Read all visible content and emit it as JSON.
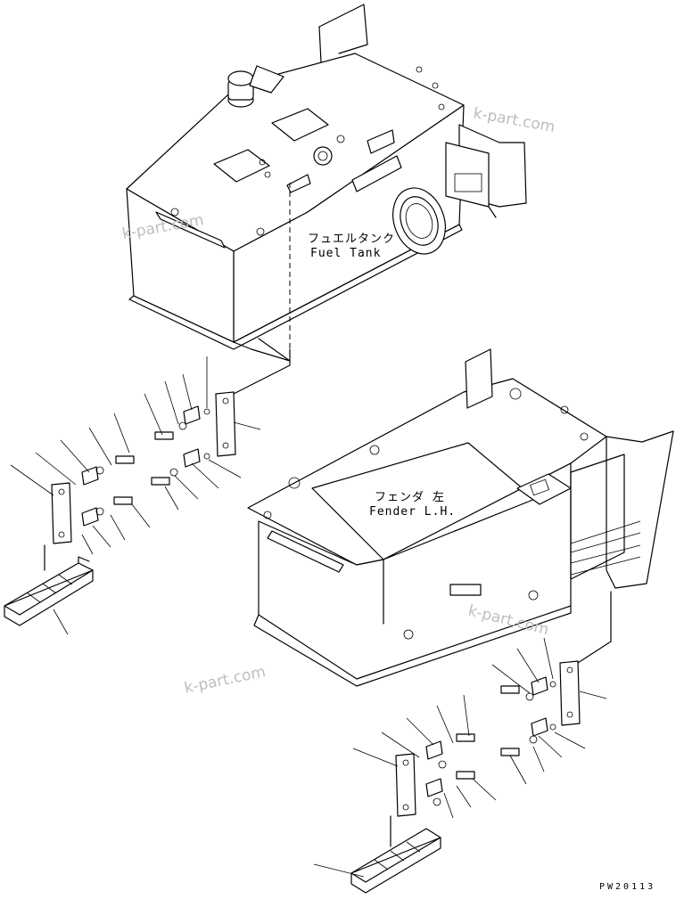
{
  "labels": {
    "fuel_tank_jp": "フュエルタンク",
    "fuel_tank_en": "Fuel Tank",
    "fender_jp": "フェンダ 左",
    "fender_en": "Fender L.H."
  },
  "watermarks": [
    "k-part.com",
    "k-part.com",
    "k-part.com",
    "k-part.com"
  ],
  "drawing_code": "PW20113"
}
